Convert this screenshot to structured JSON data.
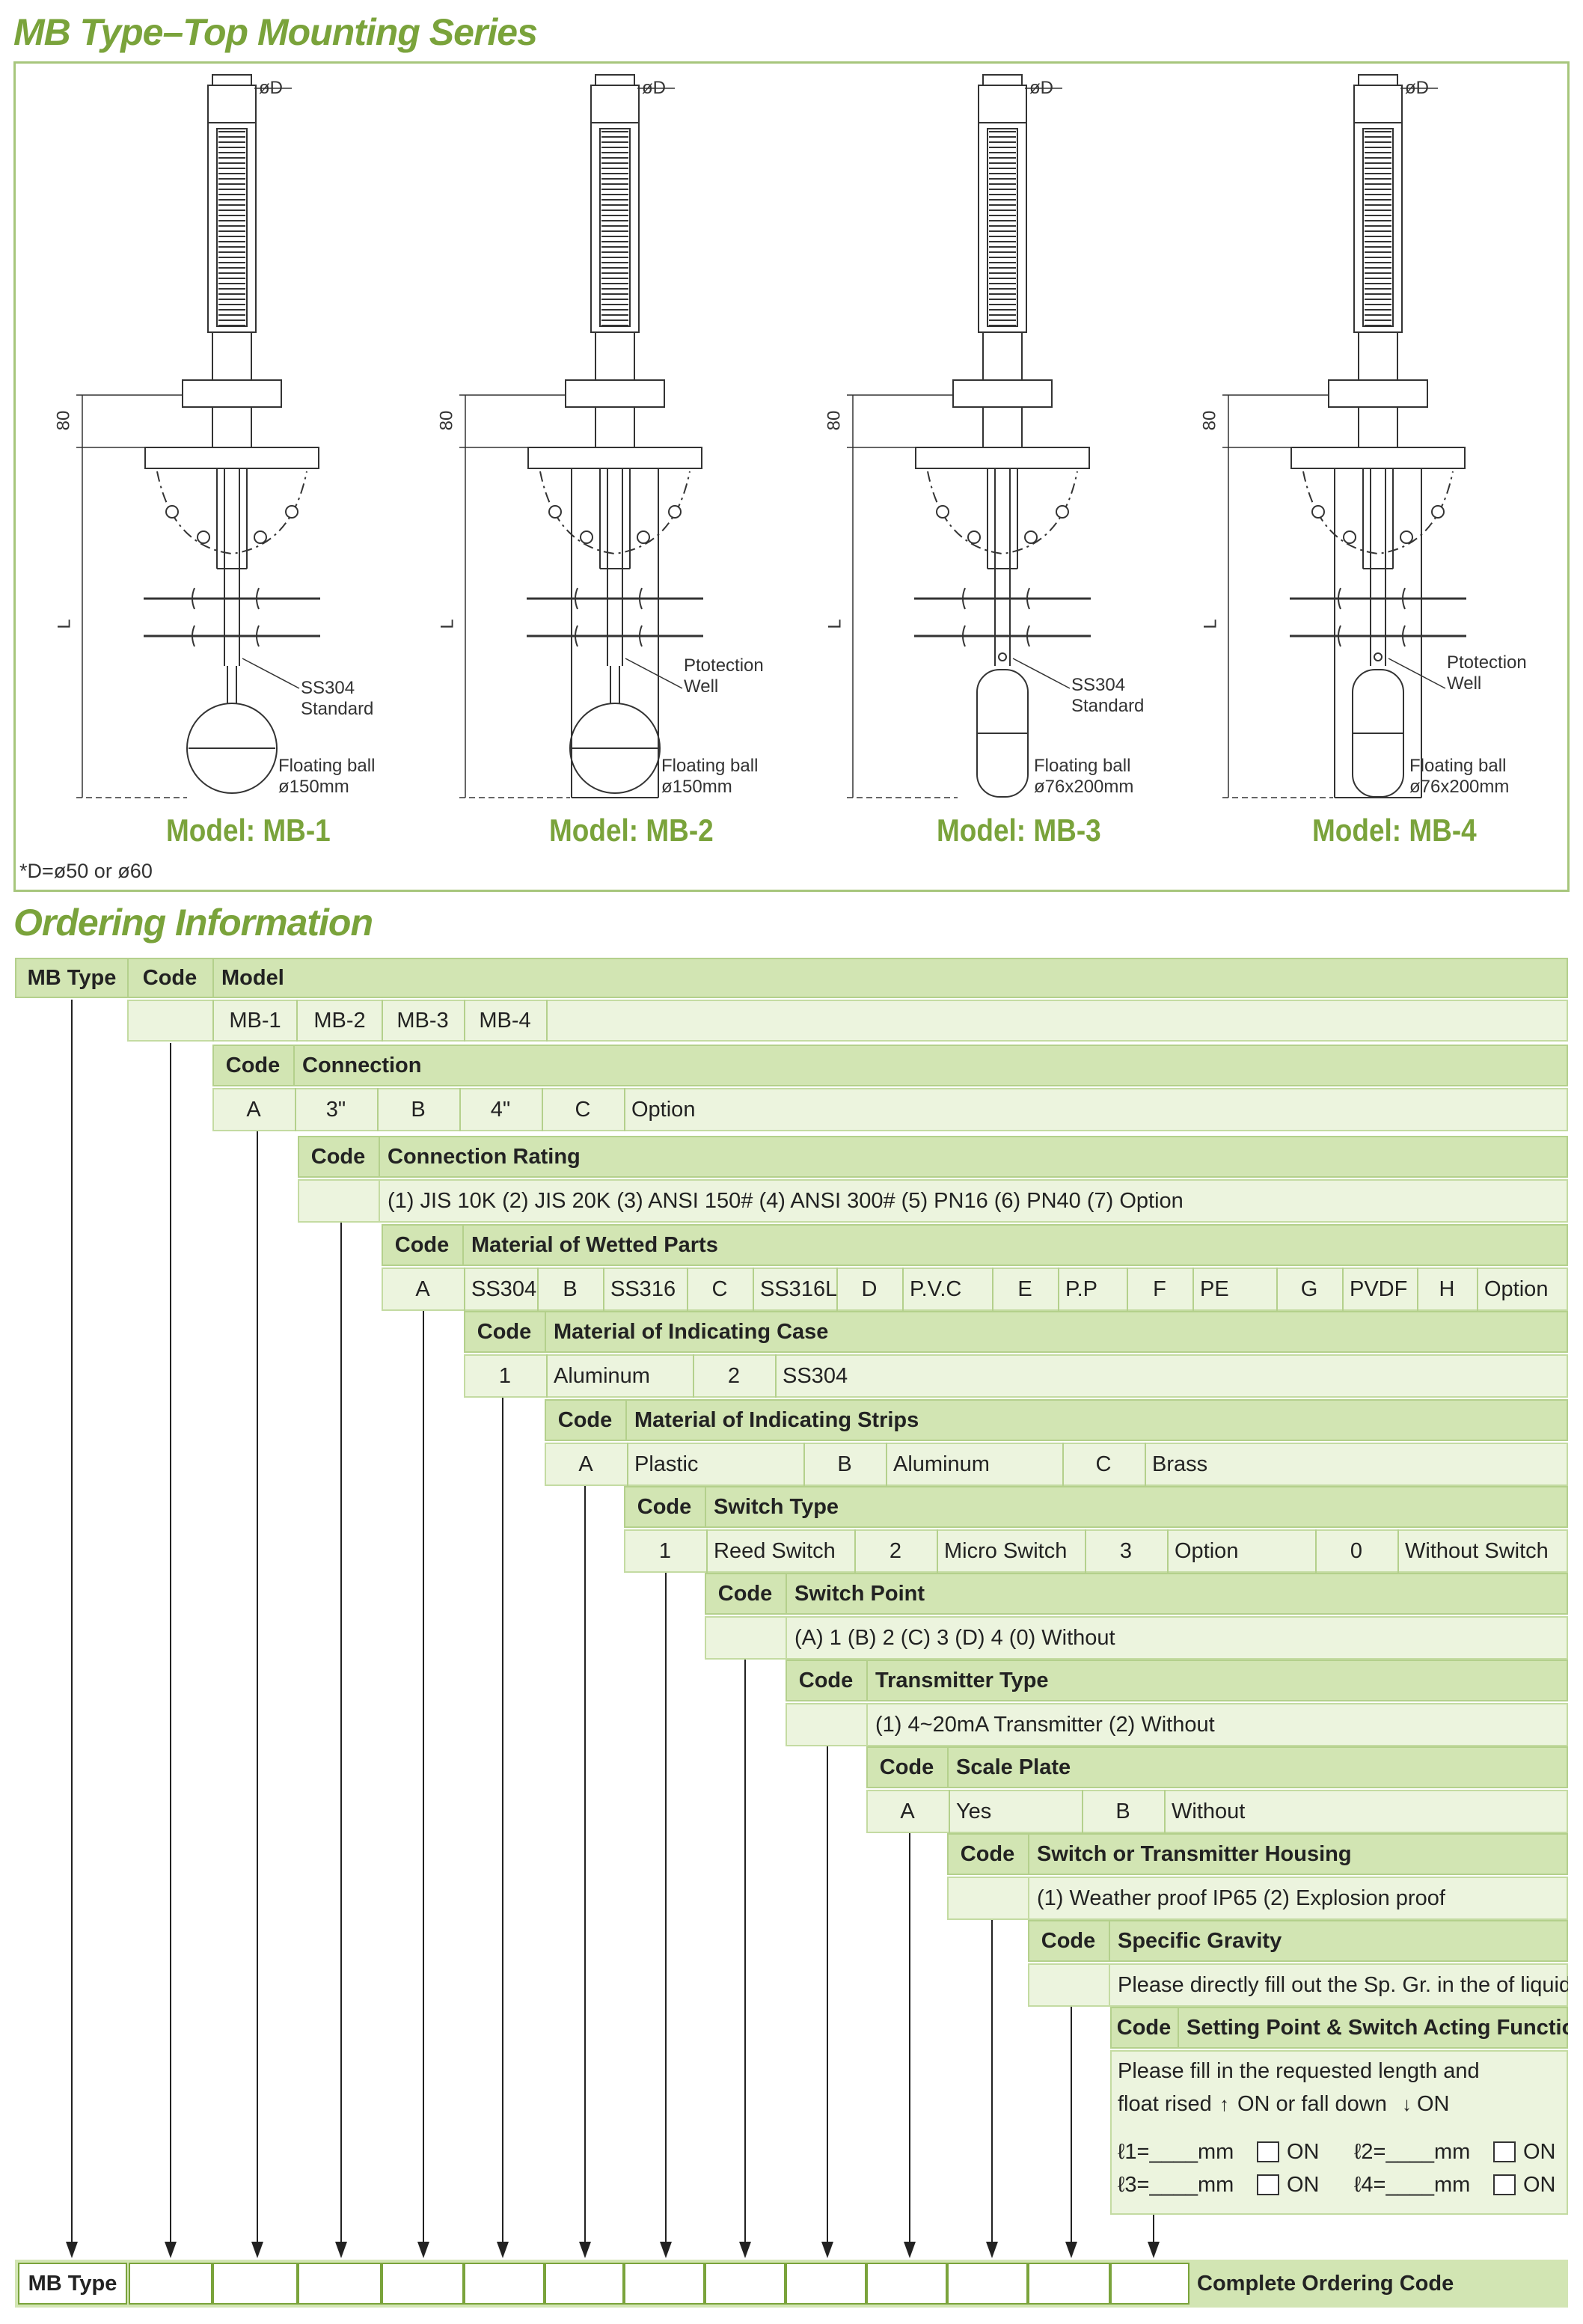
{
  "title": "MB Type–Top Mounting Series",
  "models": [
    {
      "label": "Model: MB-1",
      "dia": "øD",
      "h": "80",
      "l": "L",
      "note1": "SS304\nStandard",
      "note2": "Floating ball\nø150mm"
    },
    {
      "label": "Model: MB-2",
      "dia": "øD",
      "h": "80",
      "l": "L",
      "note1": "Ptotection\nWell",
      "note2": "Floating ball\nø150mm"
    },
    {
      "label": "Model: MB-3",
      "dia": "øD",
      "h": "80",
      "l": "L",
      "note1": "SS304\nStandard",
      "note2": "Floating ball\nø76x200mm"
    },
    {
      "label": "Model: MB-4",
      "dia": "øD",
      "h": "80",
      "l": "L",
      "note1": "Ptotection\nWell",
      "note2": "Floating ball\nø76x200mm"
    }
  ],
  "footnote": "*D=ø50 or ø60",
  "ordering_title": "Ordering Information",
  "colors": {
    "accent": "#7aa33b",
    "header_bg": "#d2e5b3",
    "row_bg": "#ecf4de",
    "border": "#b4d08c"
  },
  "sections": [
    {
      "code": "MB Type",
      "code2": "Code",
      "title": "Model",
      "cells": [
        "MB-1",
        "MB-2",
        "MB-3",
        "MB-4"
      ]
    },
    {
      "code": "Code",
      "title": "Connection",
      "cells": [
        "A",
        "3\"",
        "B",
        "4\"",
        "C",
        "Option"
      ]
    },
    {
      "code": "Code",
      "title": "Connection Rating",
      "cells": [
        "(1) JIS 10K  (2) JIS 20K  (3) ANSI 150#  (4) ANSI 300#  (5) PN16  (6) PN40  (7) Option"
      ]
    },
    {
      "code": "Code",
      "title": "Material of Wetted Parts",
      "cells": [
        "A",
        "SS304",
        "B",
        "SS316",
        "C",
        "SS316L",
        "D",
        "P.V.C",
        "E",
        "P.P",
        "F",
        "PE",
        "G",
        "PVDF",
        "H",
        "Option"
      ]
    },
    {
      "code": "Code",
      "title": "Material of Indicating Case",
      "cells": [
        "1",
        "Aluminum",
        "2",
        "SS304"
      ]
    },
    {
      "code": "Code",
      "title": "Material of Indicating Strips",
      "cells": [
        "A",
        "Plastic",
        "B",
        "Aluminum",
        "C",
        "Brass"
      ]
    },
    {
      "code": "Code",
      "title": "Switch Type",
      "cells": [
        "1",
        "Reed Switch",
        "2",
        "Micro Switch",
        "3",
        "Option",
        "0",
        "Without Switch"
      ]
    },
    {
      "code": "Code",
      "title": "Switch Point",
      "cells": [
        "(A) 1  (B) 2  (C) 3  (D) 4  (0) Without"
      ]
    },
    {
      "code": "Code",
      "title": "Transmitter Type",
      "cells": [
        "(1) 4~20mA Transmitter  (2) Without"
      ]
    },
    {
      "code": "Code",
      "title": "Scale Plate",
      "cells": [
        "A",
        "Yes",
        "B",
        "Without"
      ]
    },
    {
      "code": "Code",
      "title": "Switch or Transmitter Housing",
      "cells": [
        "(1) Weather proof IP65     (2) Explosion proof"
      ]
    },
    {
      "code": "Code",
      "title": "Specific Gravity",
      "cells": [
        "Please directly fill out the Sp. Gr. in the of liquid order code."
      ]
    },
    {
      "code": "Code",
      "title": "Setting Point & Switch Acting Functions",
      "cells": [
        "Please fill in the requested length and",
        "float rised",
        "ON or fall down",
        "ON",
        "ℓ1=____mm",
        "ON",
        "ℓ2=____mm",
        "ON",
        "ℓ3=____mm",
        "ON",
        "ℓ4=____mm",
        "ON"
      ]
    }
  ],
  "bottom": {
    "label": "MB Type",
    "complete": "Complete Ordering Code"
  }
}
